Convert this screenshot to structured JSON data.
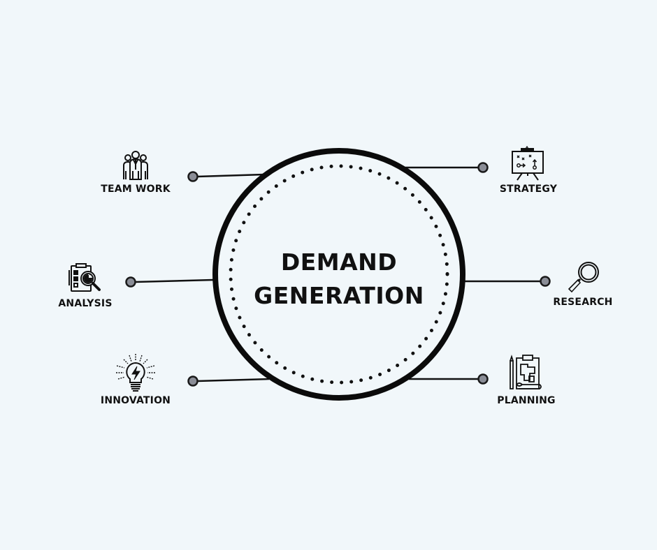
{
  "diagram": {
    "title_line1": "DEMAND",
    "title_line2": "GENERATION",
    "colors": {
      "background": "#F1F7FA",
      "stroke": "#111111",
      "node_fill": "#8A8D96"
    },
    "nodes": [
      {
        "id": "team-work",
        "label": "TEAM WORK",
        "icon": "team-icon",
        "side": "left"
      },
      {
        "id": "analysis",
        "label": "ANALYSIS",
        "icon": "analysis-icon",
        "side": "left"
      },
      {
        "id": "innovation",
        "label": "INNOVATION",
        "icon": "lightbulb-icon",
        "side": "left"
      },
      {
        "id": "strategy",
        "label": "STRATEGY",
        "icon": "strategy-board-icon",
        "side": "right"
      },
      {
        "id": "research",
        "label": "RESEARCH",
        "icon": "magnifier-icon",
        "side": "right"
      },
      {
        "id": "planning",
        "label": "PLANNING",
        "icon": "blueprint-clipboard-icon",
        "side": "right"
      }
    ]
  }
}
